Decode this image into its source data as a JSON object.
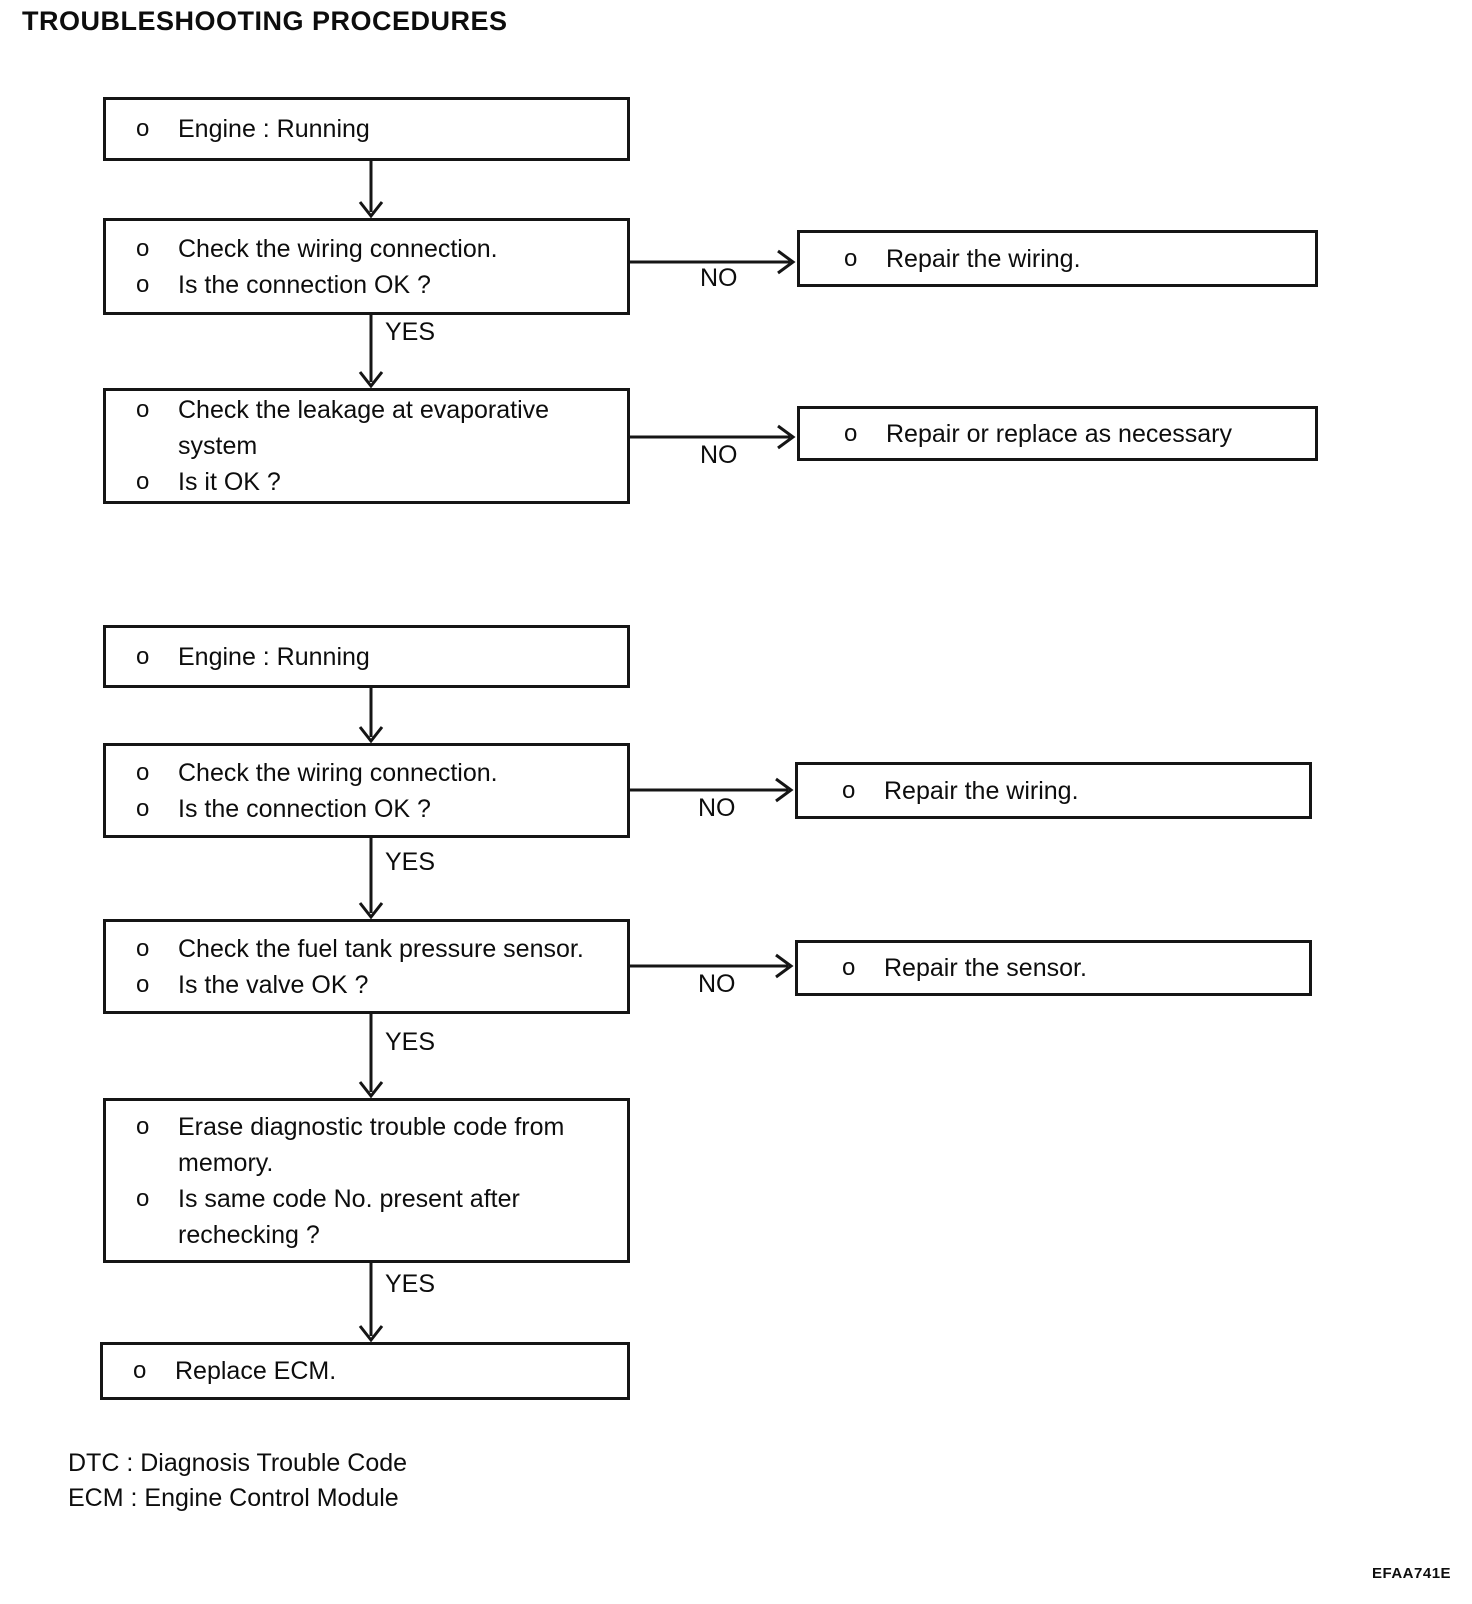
{
  "page": {
    "title": "TROUBLESHOOTING PROCEDURES",
    "figure_code": "EFAA741E",
    "bullet": "o"
  },
  "labels": {
    "yes": "YES",
    "no": "NO"
  },
  "chart1": {
    "engine": {
      "items": [
        "Engine : Running"
      ]
    },
    "wiring": {
      "items": [
        "Check the wiring connection.",
        "Is the connection OK ?"
      ]
    },
    "repair_wiring": {
      "items": [
        "Repair the wiring."
      ]
    },
    "leakage": {
      "items": [
        "Check the leakage at evaporative\nsystem",
        "Is it OK ?"
      ]
    },
    "repair_replace": {
      "items": [
        "Repair or replace as necessary"
      ]
    }
  },
  "chart2": {
    "engine": {
      "items": [
        "Engine : Running"
      ]
    },
    "wiring": {
      "items": [
        "Check the wiring connection.",
        "Is the connection OK ?"
      ]
    },
    "repair_wiring": {
      "items": [
        "Repair the wiring."
      ]
    },
    "sensor": {
      "items": [
        "Check the fuel tank pressure sensor.",
        "Is the valve OK ?"
      ]
    },
    "repair_sensor": {
      "items": [
        "Repair the sensor."
      ]
    },
    "erase": {
      "items": [
        "Erase diagnostic trouble code from\nmemory.",
        "Is same code No. present after\nrechecking ?"
      ]
    },
    "replace_ecm": {
      "items": [
        "Replace ECM."
      ]
    }
  },
  "legend": {
    "dtc": "DTC : Diagnosis Trouble Code",
    "ecm": "ECM : Engine Control Module"
  }
}
